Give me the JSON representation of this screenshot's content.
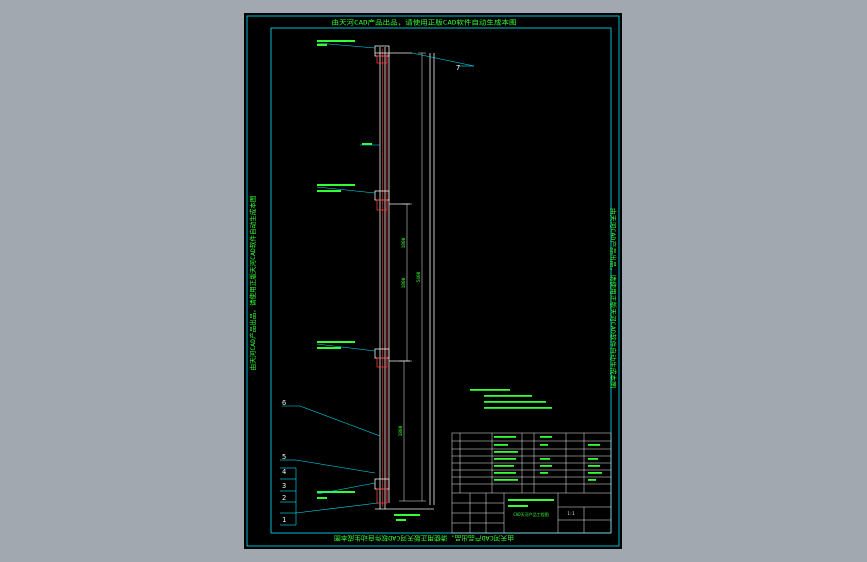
{
  "colors": {
    "workspace": "#a1a8b0",
    "sheet": "#000000",
    "border": "#00e5ff",
    "text_green": "#33ff33",
    "profile_white": "#f2f2f2",
    "profile_red": "#ff3333",
    "leader_cyan": "#00e5ff"
  },
  "watermark": {
    "top": "由天河CAD产品出品，请使用正版CAD软件自动生成本图",
    "left": "由天河CAD产品出品，请使用正版天河CAD软件自动生成本图",
    "right": "由天河CAD产品出品，请使用正版天河CAD软件自动生成本图",
    "bottom": "由天河CAD产品出品，请使用正版天河CAD软件自动生成本图"
  },
  "callouts": [
    {
      "id": "1",
      "label": "1"
    },
    {
      "id": "2",
      "label": "2"
    },
    {
      "id": "3",
      "label": "3"
    },
    {
      "id": "4",
      "label": "4"
    },
    {
      "id": "5",
      "label": "5"
    },
    {
      "id": "6",
      "label": "6"
    },
    {
      "id": "7",
      "label": "7"
    }
  ],
  "dimensions": [
    "1800",
    "1800",
    "1800",
    "5400"
  ],
  "titleblock": {
    "drawing_title": "CAD天河产品工程图",
    "scale": "1:1"
  }
}
